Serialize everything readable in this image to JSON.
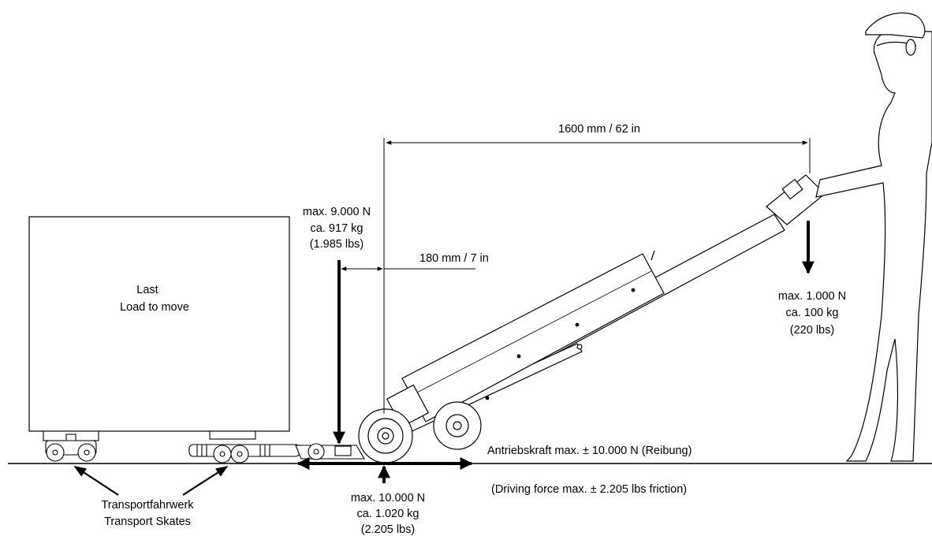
{
  "load": {
    "line1": "Last",
    "line2": "Load to move"
  },
  "skates": {
    "line1": "Transportfahrwerk",
    "line2": "Transport Skates"
  },
  "dim_long": {
    "label": "1600 mm / 62 in"
  },
  "dim_short": {
    "label": "180 mm / 7 in"
  },
  "force_top": {
    "line1": "max. 9.000 N",
    "line2": "ca. 917 kg",
    "line3": "(1.985 lbs)"
  },
  "force_handle": {
    "line1": "max. 1.000 N",
    "line2": "ca. 100 kg",
    "line3": "(220 lbs)"
  },
  "force_ground": {
    "line1": "max. 10.000 N",
    "line2": "ca. 1.020 kg",
    "line3": "(2.205 lbs)"
  },
  "driving": {
    "de": "Antriebskraft max. ± 10.000 N (Reibung)",
    "en": "(Driving force max. ± 2.205 lbs friction)"
  }
}
